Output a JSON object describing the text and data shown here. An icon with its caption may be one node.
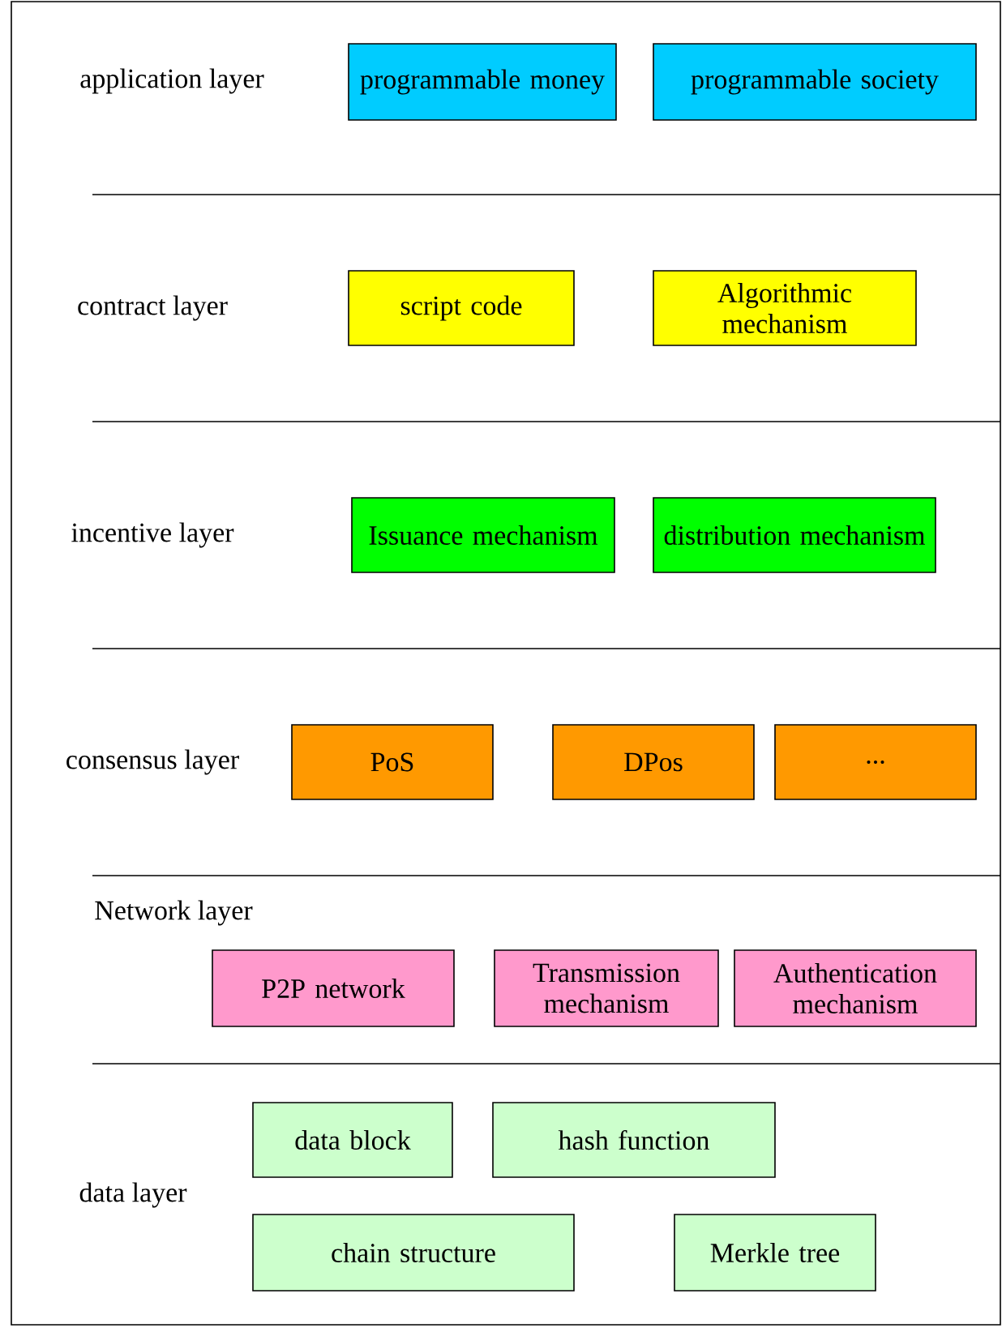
{
  "diagram": {
    "nodes": [
      {
        "text": [
          "programmable money"
        ]
      },
      {
        "text": [
          "programmable society"
        ]
      },
      {
        "text": [
          "script code"
        ]
      },
      {
        "text": [
          "Algorithmic mechanism"
        ]
      },
      {
        "text": [
          "Issuance mechanism"
        ]
      },
      {
        "text": [
          "distribution mechanism"
        ]
      },
      {
        "text": [
          "PoS"
        ]
      },
      {
        "text": [
          "DPos"
        ]
      },
      {
        "text": [
          "..."
        ]
      },
      {
        "text": [
          "P2P network"
        ]
      },
      {
        "text": [
          "Transmission mechanism"
        ]
      },
      {
        "text": [
          "Authentication mechanism"
        ]
      },
      {
        "text": [
          "data block"
        ]
      },
      {
        "text": [
          "hash function"
        ]
      },
      {
        "text": [
          "chain structure"
        ]
      },
      {
        "text": [
          "Merkle tree"
        ]
      }
    ],
    "labels": [
      "application layer",
      "contract layer",
      "incentive layer",
      "consensus layer",
      "Network layer",
      "data layer"
    ]
  }
}
